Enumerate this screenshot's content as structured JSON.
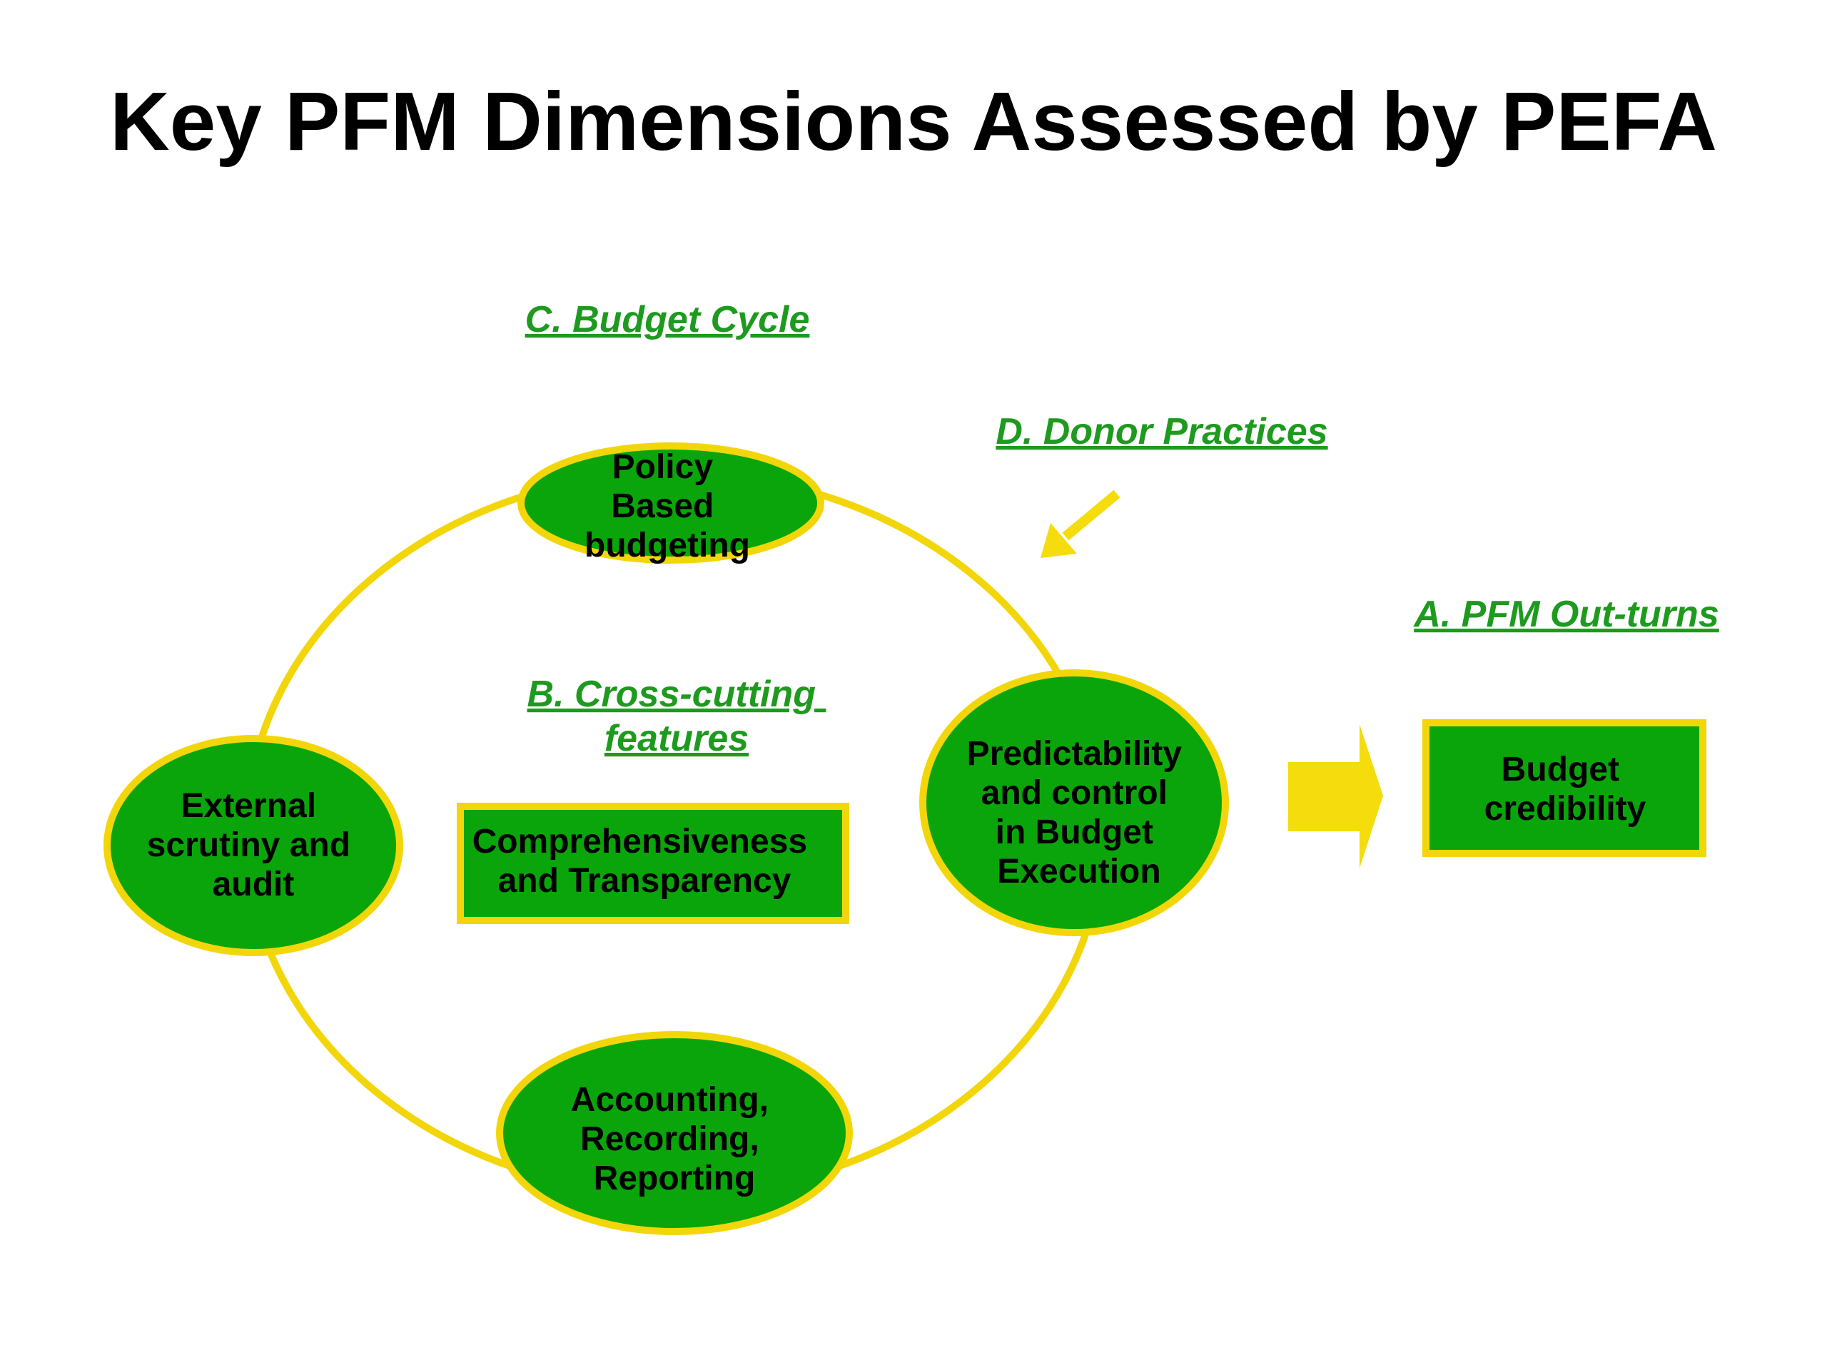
{
  "title": "Key PFM Dimensions Assessed by PEFA",
  "colors": {
    "node_fill": "#0aa50a",
    "node_border": "#f2d60a",
    "cycle_line": "#f2d60a",
    "label_text": "#1e9a1e",
    "arrow": "#f5dc0c",
    "title_text": "#000000"
  },
  "sections": {
    "budget_cycle": "C. Budget Cycle",
    "donor_practices": "D. Donor Practices",
    "pfm_outturns": "A. PFM Out-turns",
    "cross_cutting": [
      "B. Cross-cutting",
      "features"
    ]
  },
  "nodes": {
    "policy_budgeting": [
      "Policy",
      "Based",
      "budgeting"
    ],
    "predictability": [
      "Predictability",
      "and control",
      "in Budget",
      "Execution"
    ],
    "accounting": [
      "Accounting,",
      "Recording,",
      "Reporting"
    ],
    "external_scrutiny": [
      "External",
      "scrutiny and",
      "audit"
    ],
    "comprehensiveness": [
      "Comprehensiveness",
      "and Transparency"
    ],
    "budget_credibility": [
      "Budget",
      "credibility"
    ]
  }
}
